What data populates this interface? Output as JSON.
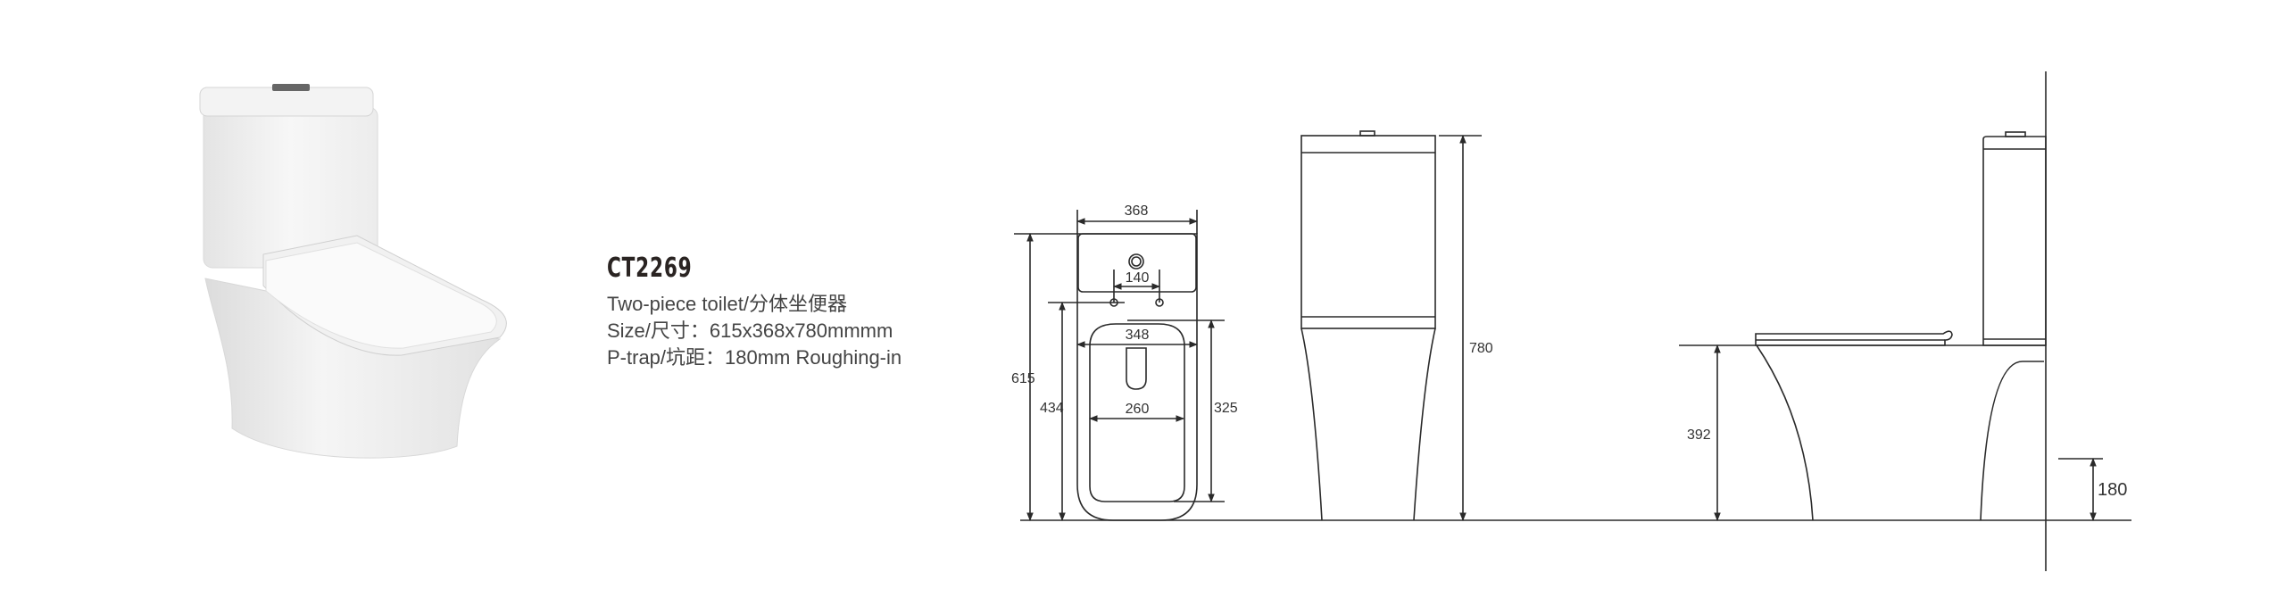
{
  "product": {
    "model": "CT2269",
    "description": "Two-piece toilet/分体坐便器",
    "size": "Size/尺寸：615x368x780mmmm",
    "trap": "P-trap/坑距：180mm Roughing-in"
  },
  "dimensions": {
    "top_view": {
      "width": "368",
      "depth": "615",
      "bolt_spacing": "140",
      "bolt_to_front": "434",
      "bowl_width": "348",
      "bowl_inner_width": "260",
      "bowl_length": "325"
    },
    "front_view": {
      "height": "780"
    },
    "side_view": {
      "seat_height": "392",
      "rough_in": "180"
    }
  },
  "colors": {
    "line": "#2a2a2a",
    "text": "#333333"
  }
}
